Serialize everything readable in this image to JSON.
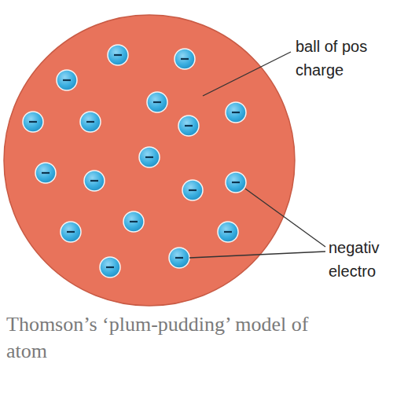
{
  "diagram": {
    "caption": "Thomson’s ‘plum-pudding’ model of atom",
    "labels": [
      "ball of pos charge",
      "negativ electro"
    ]
  }
}
